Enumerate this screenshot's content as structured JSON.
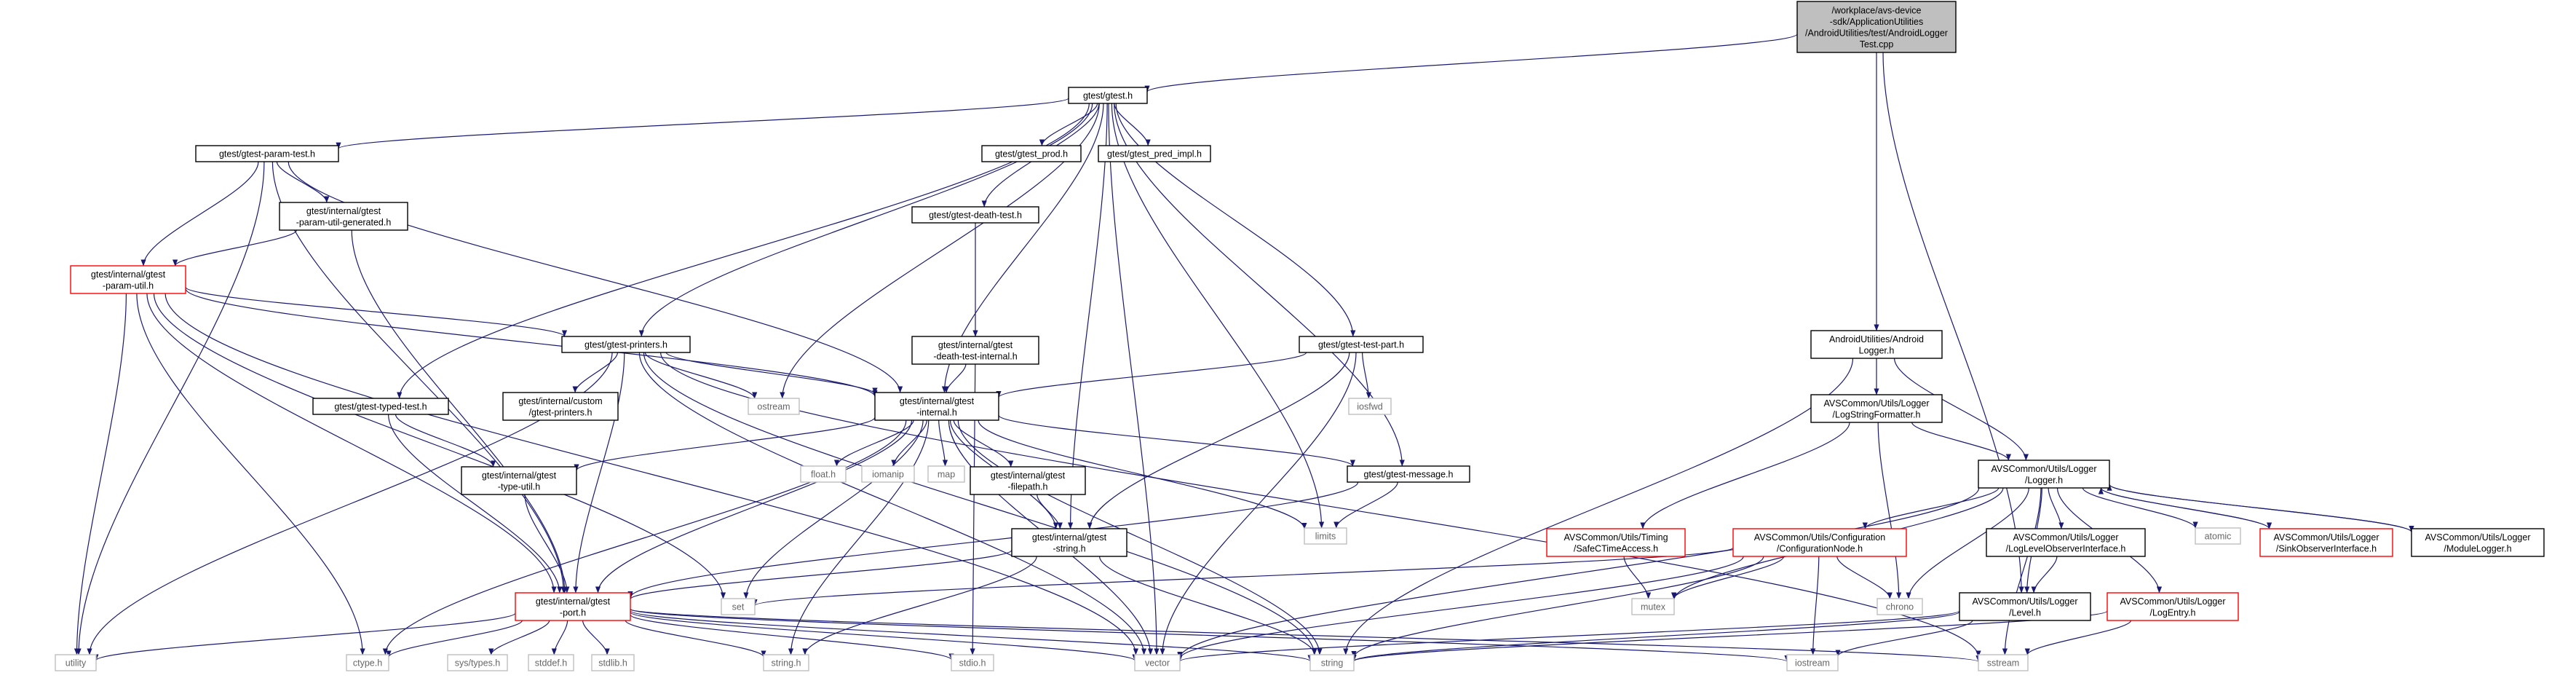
{
  "colors": {
    "edge": "#191970",
    "border_default": "#000000",
    "border_truncated": "#ff0000",
    "border_system": "#bfbfbf",
    "fill_root": "#bfbfbf",
    "fill_default": "#ffffff",
    "text_default": "#000000",
    "text_system": "#666666"
  },
  "nodes": [
    {
      "id": "root",
      "lines": [
        "/workplace/avs-device",
        "-sdk/ApplicationUtilities",
        "/AndroidUtilities/test/AndroidLogger",
        "Test.cpp"
      ],
      "kind": "root"
    },
    {
      "id": "gtest",
      "lines": [
        "gtest/gtest.h"
      ],
      "kind": "default"
    },
    {
      "id": "param_test",
      "lines": [
        "gtest/gtest-param-test.h"
      ],
      "kind": "default"
    },
    {
      "id": "pred_prod",
      "lines": [
        "gtest/gtest_prod.h"
      ],
      "kind": "default"
    },
    {
      "id": "pred_impl",
      "lines": [
        "gtest/gtest_pred_impl.h"
      ],
      "kind": "default"
    },
    {
      "id": "param_util_gen",
      "lines": [
        "gtest/internal/gtest",
        "-param-util-generated.h"
      ],
      "kind": "default"
    },
    {
      "id": "param_util",
      "lines": [
        "gtest/internal/gtest",
        "-param-util.h"
      ],
      "kind": "truncated"
    },
    {
      "id": "death_test",
      "lines": [
        "gtest/gtest-death-test.h"
      ],
      "kind": "default"
    },
    {
      "id": "death_test_internal",
      "lines": [
        "gtest/internal/gtest",
        "-death-test-internal.h"
      ],
      "kind": "default"
    },
    {
      "id": "printers",
      "lines": [
        "gtest/gtest-printers.h"
      ],
      "kind": "default"
    },
    {
      "id": "test_part",
      "lines": [
        "gtest/gtest-test-part.h"
      ],
      "kind": "default"
    },
    {
      "id": "typed_test",
      "lines": [
        "gtest/gtest-typed-test.h"
      ],
      "kind": "default"
    },
    {
      "id": "custom_printers",
      "lines": [
        "gtest/internal/custom",
        "/gtest-printers.h"
      ],
      "kind": "default"
    },
    {
      "id": "ostream",
      "lines": [
        "ostream"
      ],
      "kind": "system"
    },
    {
      "id": "internal",
      "lines": [
        "gtest/internal/gtest",
        "-internal.h"
      ],
      "kind": "default"
    },
    {
      "id": "iosfwd",
      "lines": [
        "iosfwd"
      ],
      "kind": "system"
    },
    {
      "id": "type_util",
      "lines": [
        "gtest/internal/gtest",
        "-type-util.h"
      ],
      "kind": "default"
    },
    {
      "id": "float",
      "lines": [
        "float.h"
      ],
      "kind": "system"
    },
    {
      "id": "iomanip",
      "lines": [
        "iomanip"
      ],
      "kind": "system"
    },
    {
      "id": "map",
      "lines": [
        "map"
      ],
      "kind": "system"
    },
    {
      "id": "filepath",
      "lines": [
        "gtest/internal/gtest",
        "-filepath.h"
      ],
      "kind": "default"
    },
    {
      "id": "message",
      "lines": [
        "gtest/gtest-message.h"
      ],
      "kind": "default"
    },
    {
      "id": "limits",
      "lines": [
        "limits"
      ],
      "kind": "system"
    },
    {
      "id": "gstring",
      "lines": [
        "gtest/internal/gtest",
        "-string.h"
      ],
      "kind": "default"
    },
    {
      "id": "port",
      "lines": [
        "gtest/internal/gtest",
        "-port.h"
      ],
      "kind": "truncated"
    },
    {
      "id": "set",
      "lines": [
        "set"
      ],
      "kind": "system"
    },
    {
      "id": "utility",
      "lines": [
        "utility"
      ],
      "kind": "system"
    },
    {
      "id": "ctype",
      "lines": [
        "ctype.h"
      ],
      "kind": "system"
    },
    {
      "id": "systypes",
      "lines": [
        "sys/types.h"
      ],
      "kind": "system"
    },
    {
      "id": "stddef",
      "lines": [
        "stddef.h"
      ],
      "kind": "system"
    },
    {
      "id": "stdlib",
      "lines": [
        "stdlib.h"
      ],
      "kind": "system"
    },
    {
      "id": "stringh",
      "lines": [
        "string.h"
      ],
      "kind": "system"
    },
    {
      "id": "stdio",
      "lines": [
        "stdio.h"
      ],
      "kind": "system"
    },
    {
      "id": "vector",
      "lines": [
        "vector"
      ],
      "kind": "system"
    },
    {
      "id": "string",
      "lines": [
        "string"
      ],
      "kind": "system"
    },
    {
      "id": "iostream",
      "lines": [
        "iostream"
      ],
      "kind": "system"
    },
    {
      "id": "sstream",
      "lines": [
        "sstream"
      ],
      "kind": "system"
    },
    {
      "id": "android_logger",
      "lines": [
        "AndroidUtilities/Android",
        "Logger.h"
      ],
      "kind": "default"
    },
    {
      "id": "log_string_formatter",
      "lines": [
        "AVSCommon/Utils/Logger",
        "/LogStringFormatter.h"
      ],
      "kind": "default"
    },
    {
      "id": "logger",
      "lines": [
        "AVSCommon/Utils/Logger",
        "/Logger.h"
      ],
      "kind": "default"
    },
    {
      "id": "safe_ctime",
      "lines": [
        "AVSCommon/Utils/Timing",
        "/SafeCTimeAccess.h"
      ],
      "kind": "truncated"
    },
    {
      "id": "config_node",
      "lines": [
        "AVSCommon/Utils/Configuration",
        "/ConfigurationNode.h"
      ],
      "kind": "truncated"
    },
    {
      "id": "log_level_observer",
      "lines": [
        "AVSCommon/Utils/Logger",
        "/LogLevelObserverInterface.h"
      ],
      "kind": "default"
    },
    {
      "id": "atomic",
      "lines": [
        "atomic"
      ],
      "kind": "system"
    },
    {
      "id": "sink_observer",
      "lines": [
        "AVSCommon/Utils/Logger",
        "/SinkObserverInterface.h"
      ],
      "kind": "truncated"
    },
    {
      "id": "module_logger",
      "lines": [
        "AVSCommon/Utils/Logger",
        "/ModuleLogger.h"
      ],
      "kind": "default"
    },
    {
      "id": "mutex",
      "lines": [
        "mutex"
      ],
      "kind": "system"
    },
    {
      "id": "chrono",
      "lines": [
        "chrono"
      ],
      "kind": "system"
    },
    {
      "id": "level",
      "lines": [
        "AVSCommon/Utils/Logger",
        "/Level.h"
      ],
      "kind": "default"
    },
    {
      "id": "log_entry",
      "lines": [
        "AVSCommon/Utils/Logger",
        "/LogEntry.h"
      ],
      "kind": "truncated"
    }
  ],
  "edges": [
    [
      "root",
      "gtest"
    ],
    [
      "root",
      "android_logger"
    ],
    [
      "root",
      "level"
    ],
    [
      "gtest",
      "param_test"
    ],
    [
      "gtest",
      "pred_prod"
    ],
    [
      "gtest",
      "pred_impl"
    ],
    [
      "gtest",
      "death_test"
    ],
    [
      "gtest",
      "printers"
    ],
    [
      "gtest",
      "test_part"
    ],
    [
      "gtest",
      "typed_test"
    ],
    [
      "gtest",
      "internal"
    ],
    [
      "gtest",
      "message"
    ],
    [
      "gtest",
      "ostream"
    ],
    [
      "gtest",
      "limits"
    ],
    [
      "gtest",
      "gstring"
    ],
    [
      "gtest",
      "vector"
    ],
    [
      "param_test",
      "param_util_gen"
    ],
    [
      "param_test",
      "param_util"
    ],
    [
      "param_test",
      "port"
    ],
    [
      "param_test",
      "utility"
    ],
    [
      "param_test",
      "internal"
    ],
    [
      "param_util_gen",
      "param_util"
    ],
    [
      "param_util_gen",
      "port"
    ],
    [
      "param_util",
      "printers"
    ],
    [
      "param_util",
      "internal"
    ],
    [
      "param_util",
      "port"
    ],
    [
      "param_util",
      "set"
    ],
    [
      "param_util",
      "utility"
    ],
    [
      "param_util",
      "ctype"
    ],
    [
      "param_util",
      "vector"
    ],
    [
      "death_test",
      "death_test_internal"
    ],
    [
      "death_test_internal",
      "internal"
    ],
    [
      "death_test_internal",
      "stdio"
    ],
    [
      "printers",
      "custom_printers"
    ],
    [
      "printers",
      "ostream"
    ],
    [
      "printers",
      "internal"
    ],
    [
      "printers",
      "port"
    ],
    [
      "printers",
      "utility"
    ],
    [
      "printers",
      "vector"
    ],
    [
      "printers",
      "string"
    ],
    [
      "printers",
      "sstream"
    ],
    [
      "test_part",
      "internal"
    ],
    [
      "test_part",
      "iosfwd"
    ],
    [
      "test_part",
      "gstring"
    ],
    [
      "test_part",
      "vector"
    ],
    [
      "typed_test",
      "type_util"
    ],
    [
      "typed_test",
      "port"
    ],
    [
      "internal",
      "type_util"
    ],
    [
      "internal",
      "float"
    ],
    [
      "internal",
      "iomanip"
    ],
    [
      "internal",
      "map"
    ],
    [
      "internal",
      "filepath"
    ],
    [
      "internal",
      "message"
    ],
    [
      "internal",
      "limits"
    ],
    [
      "internal",
      "gstring"
    ],
    [
      "internal",
      "port"
    ],
    [
      "internal",
      "set"
    ],
    [
      "internal",
      "ctype"
    ],
    [
      "internal",
      "stringh"
    ],
    [
      "internal",
      "vector"
    ],
    [
      "internal",
      "string"
    ],
    [
      "type_util",
      "port"
    ],
    [
      "filepath",
      "gstring"
    ],
    [
      "message",
      "port"
    ],
    [
      "message",
      "limits"
    ],
    [
      "gstring",
      "port"
    ],
    [
      "gstring",
      "stringh"
    ],
    [
      "gstring",
      "string"
    ],
    [
      "port",
      "utility"
    ],
    [
      "port",
      "ctype"
    ],
    [
      "port",
      "systypes"
    ],
    [
      "port",
      "stddef"
    ],
    [
      "port",
      "stdlib"
    ],
    [
      "port",
      "stringh"
    ],
    [
      "port",
      "stdio"
    ],
    [
      "port",
      "vector"
    ],
    [
      "port",
      "string"
    ],
    [
      "port",
      "iostream"
    ],
    [
      "port",
      "sstream"
    ],
    [
      "android_logger",
      "log_string_formatter"
    ],
    [
      "android_logger",
      "logger"
    ],
    [
      "android_logger",
      "string"
    ],
    [
      "log_string_formatter",
      "logger"
    ],
    [
      "log_string_formatter",
      "safe_ctime"
    ],
    [
      "log_string_formatter",
      "chrono"
    ],
    [
      "logger",
      "config_node"
    ],
    [
      "logger",
      "log_level_observer"
    ],
    [
      "logger",
      "atomic"
    ],
    [
      "logger",
      "sink_observer"
    ],
    [
      "logger",
      "module_logger"
    ],
    [
      "logger",
      "level"
    ],
    [
      "logger",
      "log_entry"
    ],
    [
      "logger",
      "mutex"
    ],
    [
      "logger",
      "chrono"
    ],
    [
      "logger",
      "vector"
    ],
    [
      "logger",
      "sstream"
    ],
    [
      "safe_ctime",
      "mutex"
    ],
    [
      "config_node",
      "set"
    ],
    [
      "config_node",
      "mutex"
    ],
    [
      "config_node",
      "chrono"
    ],
    [
      "config_node",
      "iostream"
    ],
    [
      "config_node",
      "vector"
    ],
    [
      "config_node",
      "string"
    ],
    [
      "log_level_observer",
      "level"
    ],
    [
      "sink_observer",
      "logger"
    ],
    [
      "module_logger",
      "logger"
    ],
    [
      "level",
      "iostream"
    ],
    [
      "level",
      "string"
    ],
    [
      "level",
      "vector"
    ],
    [
      "log_entry",
      "string"
    ],
    [
      "log_entry",
      "sstream"
    ]
  ]
}
